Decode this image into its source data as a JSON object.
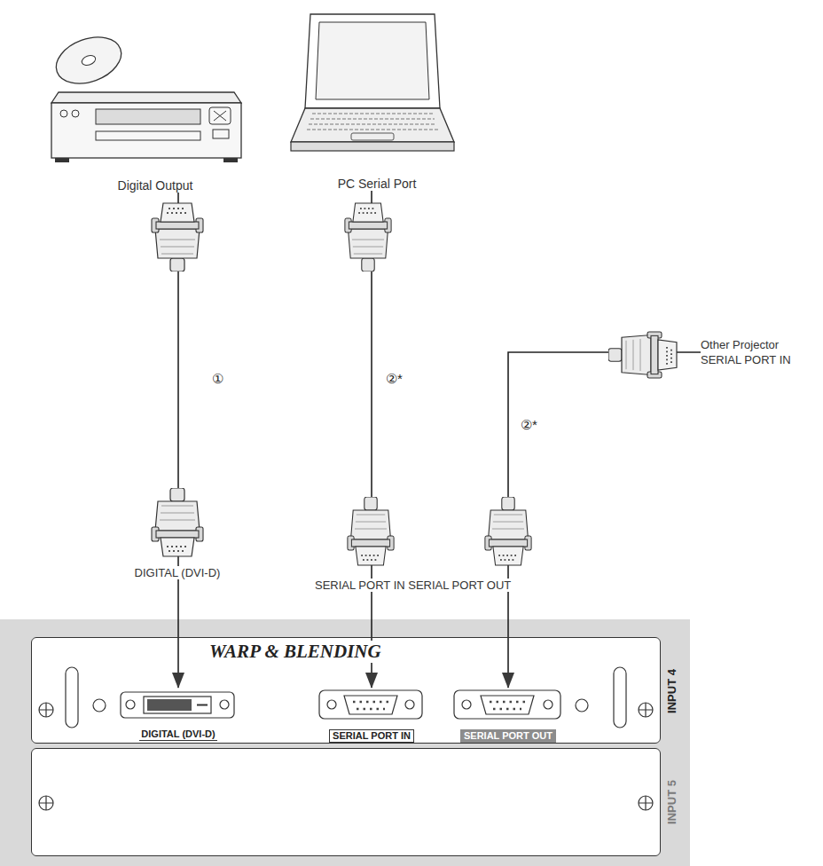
{
  "diagram": {
    "nodes": [
      {
        "text": [
          "Digital Output"
        ]
      },
      {
        "text": [
          "PC Serial Port"
        ]
      },
      {
        "text": [
          "Other Projector SERIAL PORT IN"
        ]
      },
      {
        "text": [
          "WARP & BLENDING",
          "INPUT 4"
        ]
      },
      {
        "text": [
          "DIGITAL (DVI-D)"
        ],
        "in": 3
      },
      {
        "text": [
          "SERIAL PORT IN"
        ],
        "in": 3
      },
      {
        "text": [
          "SERIAL PORT OUT"
        ],
        "in": 3
      },
      {
        "text": [
          "INPUT 5"
        ]
      }
    ],
    "edges": [
      {
        "from": 0,
        "to": 4,
        "arrow": "to",
        "label": "①"
      },
      {
        "from": 1,
        "to": 5,
        "arrow": "to",
        "label": "②*"
      },
      {
        "from": 2,
        "to": 6,
        "arrow": "to",
        "label": "②*"
      }
    ],
    "labels": [
      "DIGITAL (DVI-D)",
      "SERIAL PORT IN SERIAL PORT OUT"
    ]
  }
}
